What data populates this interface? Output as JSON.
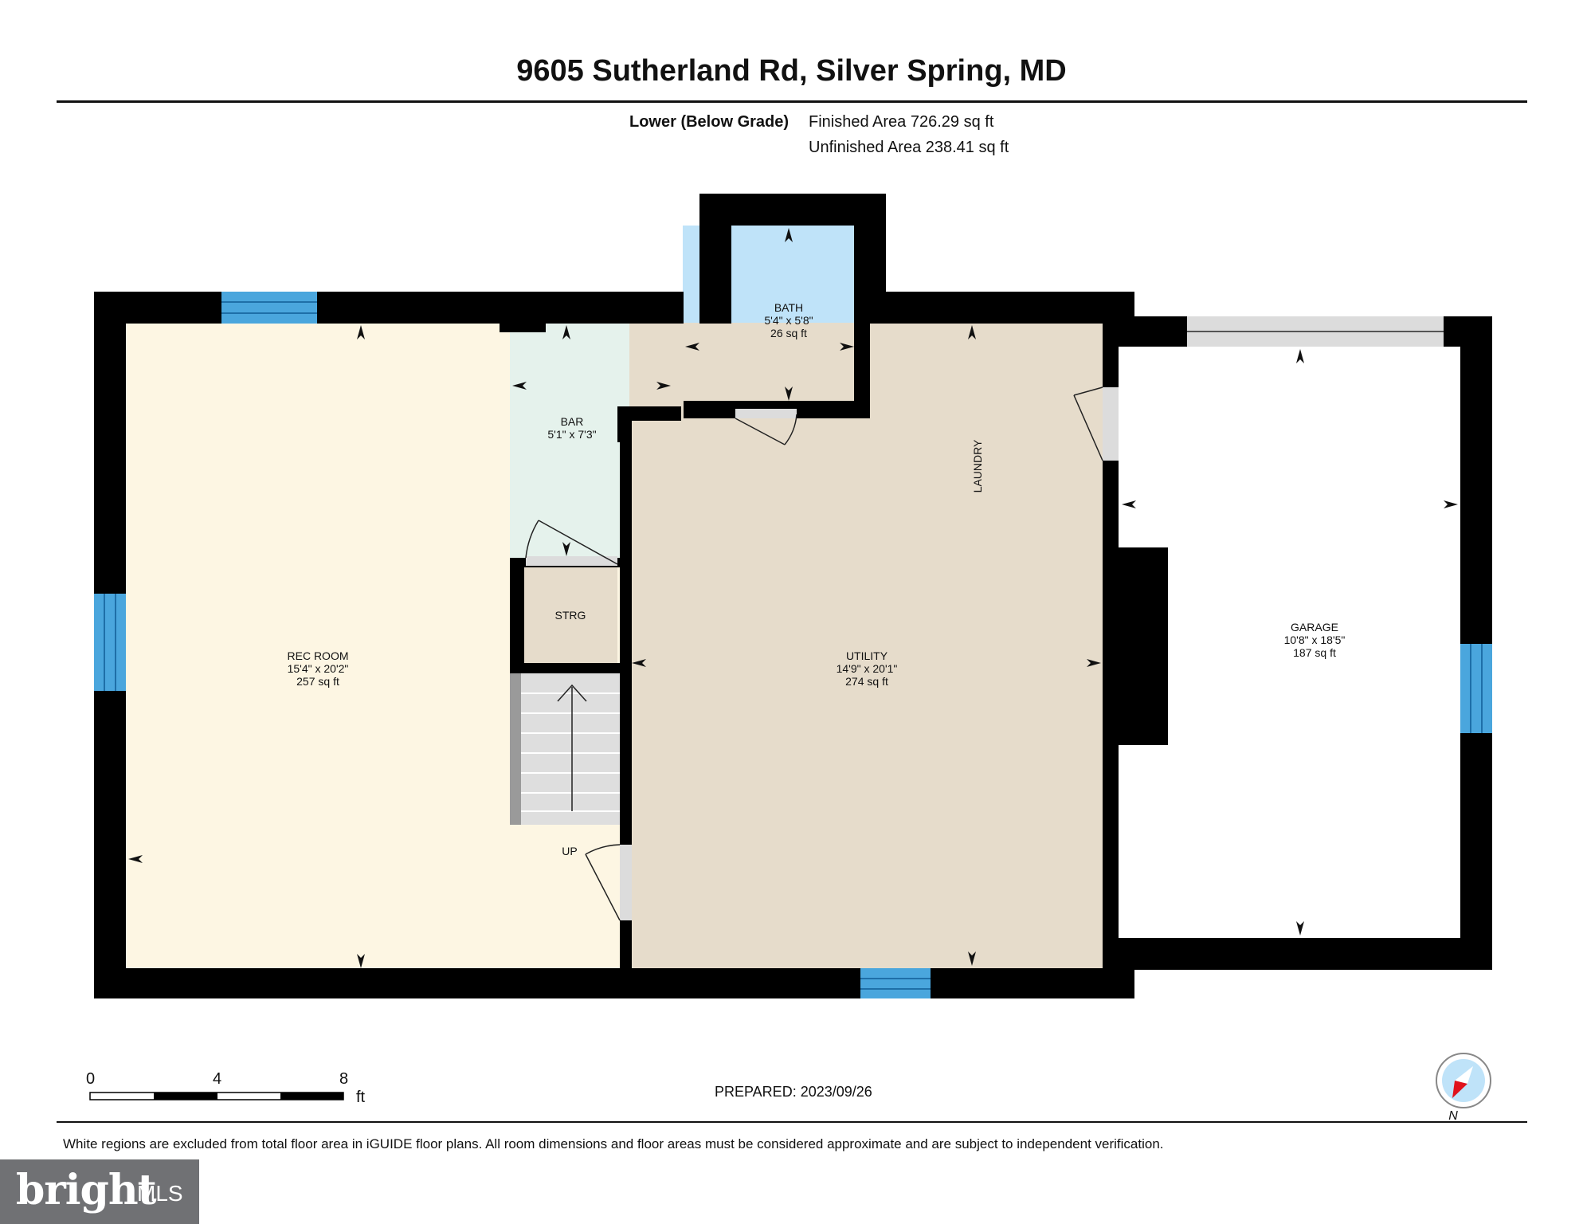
{
  "header": {
    "title": "9605 Sutherland Rd, Silver Spring, MD",
    "level_label": "Lower (Below Grade)",
    "finished_area": "Finished Area 726.29 sq ft",
    "unfinished_area": "Unfinished Area 238.41 sq ft"
  },
  "rooms": {
    "rec_room": {
      "name": "REC ROOM",
      "dims": "15'4\" x 20'2\"",
      "area": "257 sq ft"
    },
    "bar": {
      "name": "BAR",
      "dims": "5'1\" x 7'3\""
    },
    "bath": {
      "name": "BATH",
      "dims": "5'4\" x 5'8\"",
      "area": "26 sq ft"
    },
    "utility": {
      "name": "UTILITY",
      "dims": "14'9\" x 20'1\"",
      "area": "274 sq ft"
    },
    "garage": {
      "name": "GARAGE",
      "dims": "10'8\" x 18'5\"",
      "area": "187 sq ft"
    },
    "storage": {
      "name": "STRG"
    },
    "laundry": {
      "name": "LAUNDRY"
    },
    "stairs": {
      "label": "UP"
    }
  },
  "colors": {
    "wall": "#000000",
    "rec_room": "#fdf6e3",
    "bar": "#e5f2ec",
    "bath": "#bfe3f9",
    "utility": "#e6dccb",
    "storage": "#e6dccb",
    "garage": "#ffffff",
    "window": "#4aa6dd",
    "door_opening": "#dcdcdc"
  },
  "scale": {
    "labels": [
      "0",
      "4",
      "8"
    ],
    "unit": "ft"
  },
  "compass": {
    "label": "N"
  },
  "prepared": "PREPARED: 2023/09/26",
  "footer": "White regions are excluded from total floor area in iGUIDE floor plans. All room dimensions and floor areas must be considered approximate and are subject to independent verification.",
  "branding": {
    "logo_text": "bright",
    "logo_suffix": "MLS"
  }
}
